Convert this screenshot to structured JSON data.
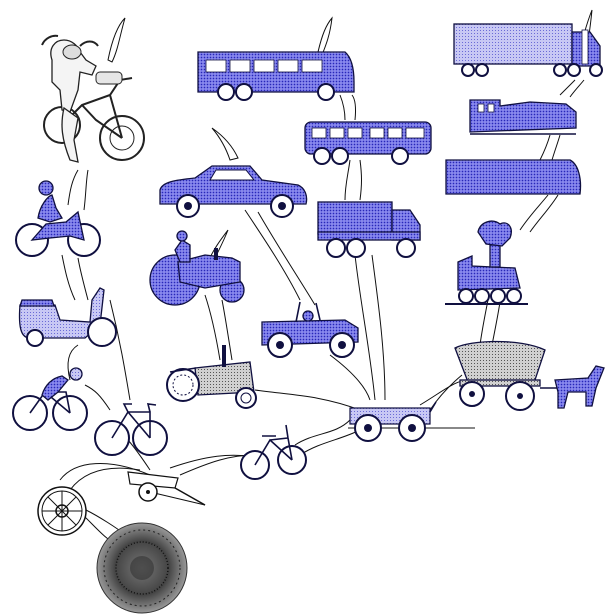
{
  "diagram": {
    "kind": "evolution-tree",
    "style": {
      "accent": "#4a4ae0",
      "accent_light": "#b8b8f2",
      "ink": "#101040",
      "gray": "#9a9a9a"
    },
    "nodes": [
      {
        "id": "log-roller",
        "icon": "round-log-icon"
      },
      {
        "id": "spoked-wheel",
        "icon": "spoked-wheel-icon"
      },
      {
        "id": "handcart",
        "icon": "handcart-icon"
      },
      {
        "id": "early-bicycle",
        "icon": "bicycle-icon"
      },
      {
        "id": "wagon",
        "icon": "cart-icon"
      },
      {
        "id": "road-bicycle",
        "icon": "bicycle-icon"
      },
      {
        "id": "cyclist",
        "icon": "cyclist-icon"
      },
      {
        "id": "scooter",
        "icon": "scooter-icon"
      },
      {
        "id": "motorbike-rider",
        "icon": "motorbike-icon"
      },
      {
        "id": "motorcycle-rider",
        "icon": "motorcycle-icon"
      },
      {
        "id": "tractor-early",
        "icon": "tractor-icon"
      },
      {
        "id": "tractor-driver",
        "icon": "tractor-icon"
      },
      {
        "id": "car",
        "icon": "car-icon"
      },
      {
        "id": "jeep",
        "icon": "jeep-icon"
      },
      {
        "id": "truck",
        "icon": "truck-icon"
      },
      {
        "id": "bus",
        "icon": "bus-icon"
      },
      {
        "id": "coach",
        "icon": "coach-icon"
      },
      {
        "id": "covered-wagon",
        "icon": "covered-wagon-icon"
      },
      {
        "id": "horse",
        "icon": "horse-icon"
      },
      {
        "id": "steam-locomotive",
        "icon": "locomotive-icon"
      },
      {
        "id": "train-car",
        "icon": "railcar-icon"
      },
      {
        "id": "diesel-locomotive",
        "icon": "locomotive-icon"
      },
      {
        "id": "semi-truck",
        "icon": "semi-truck-icon"
      }
    ]
  }
}
